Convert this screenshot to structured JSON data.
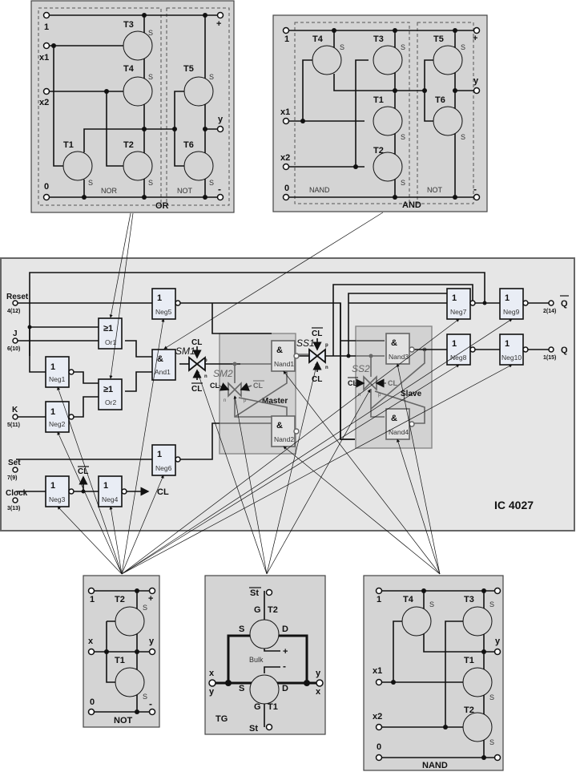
{
  "ic": {
    "title": "IC 4027",
    "pins": [
      {
        "name": "Reset",
        "number": "4(12)"
      },
      {
        "name": "J",
        "number": "6(10)"
      },
      {
        "name": "K",
        "number": "5(11)"
      },
      {
        "name": "Set",
        "number": "7(9)"
      },
      {
        "name": "Clock",
        "number": "3(13)"
      },
      {
        "name": "Q̄",
        "number": "2(14)",
        "overline_label": "Q"
      },
      {
        "name": "Q",
        "number": "1(15)"
      }
    ],
    "gates": [
      {
        "id": "Neg1",
        "symbol": "1"
      },
      {
        "id": "Neg2",
        "symbol": "1"
      },
      {
        "id": "Neg3",
        "symbol": "1"
      },
      {
        "id": "Neg4",
        "symbol": "1"
      },
      {
        "id": "Neg5",
        "symbol": "1"
      },
      {
        "id": "Neg6",
        "symbol": "1"
      },
      {
        "id": "Neg7",
        "symbol": "1"
      },
      {
        "id": "Neg8",
        "symbol": "1"
      },
      {
        "id": "Neg9",
        "symbol": "1"
      },
      {
        "id": "Neg10",
        "symbol": "1"
      },
      {
        "id": "Or1",
        "symbol": "≥1"
      },
      {
        "id": "Or2",
        "symbol": "≥1"
      },
      {
        "id": "And1",
        "symbol": "&"
      },
      {
        "id": "Nand1",
        "symbol": "&"
      },
      {
        "id": "Nand2",
        "symbol": "&"
      },
      {
        "id": "Nand3",
        "symbol": "&"
      },
      {
        "id": "Nand4",
        "symbol": "&"
      }
    ],
    "switches": {
      "sm1": "SM1",
      "sm2": "SM2",
      "ss1": "SS1",
      "ss2": "SS2"
    },
    "clock_labels": {
      "cl": "CL",
      "cl_bar": "CL",
      "p": "p",
      "n": "n"
    },
    "blocks": {
      "master": "Master",
      "slave": "Slave"
    }
  },
  "or_panel": {
    "title": "OR",
    "sections": [
      "NOR",
      "NOT"
    ],
    "terminals": {
      "one": "1",
      "zero": "0",
      "x1": "x1",
      "x2": "x2",
      "y": "y",
      "plus": "+",
      "minus": "-"
    },
    "transistors": [
      "T1",
      "T2",
      "T3",
      "T4",
      "T5",
      "T6"
    ],
    "source": "S"
  },
  "and_panel": {
    "title": "AND",
    "sections": [
      "NAND",
      "NOT"
    ],
    "terminals": {
      "one": "1",
      "zero": "0",
      "x1": "x1",
      "x2": "x2",
      "y": "y",
      "plus": "+",
      "minus": "-"
    },
    "transistors": [
      "T1",
      "T2",
      "T3",
      "T4",
      "T5",
      "T6"
    ],
    "source": "S"
  },
  "not_panel": {
    "title": "NOT",
    "terminals": {
      "one": "1",
      "zero": "0",
      "x": "x",
      "y": "y",
      "plus": "+",
      "minus": "-"
    },
    "transistors": [
      "T1",
      "T2"
    ],
    "source": "S"
  },
  "tg_panel": {
    "title": "TG",
    "labels": {
      "st_bar": "St",
      "st": "St",
      "g": "G",
      "s": "S",
      "d": "D",
      "bulk": "Bulk",
      "plus": "+",
      "minus": "-",
      "x": "x",
      "y": "y"
    },
    "transistors": [
      "T1",
      "T2"
    ]
  },
  "nand_panel": {
    "title": "NAND",
    "terminals": {
      "one": "1",
      "zero": "0",
      "x1": "x1",
      "x2": "x2",
      "y": "y"
    },
    "transistors": [
      "T1",
      "T2",
      "T3",
      "T4"
    ],
    "source": "S"
  }
}
